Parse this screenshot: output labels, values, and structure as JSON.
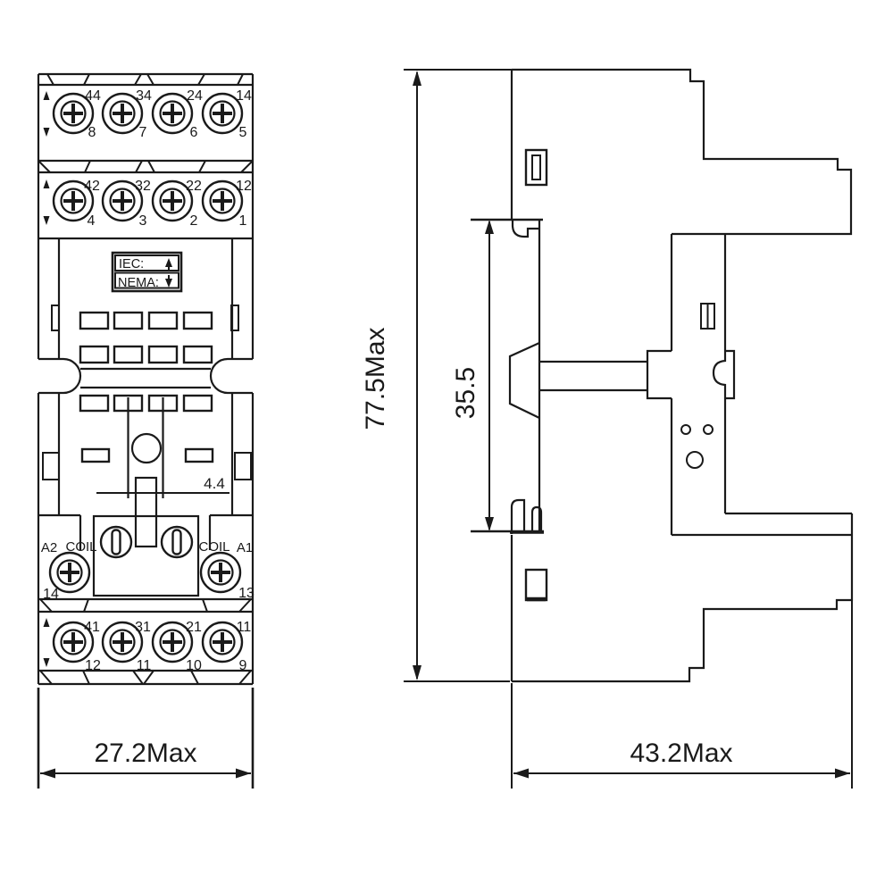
{
  "drawing": {
    "front": {
      "row_top": {
        "contacts": [
          "44",
          "34",
          "24",
          "14"
        ],
        "pins": [
          "8",
          "7",
          "6",
          "5"
        ]
      },
      "row_mid": {
        "contacts": [
          "42",
          "32",
          "22",
          "12"
        ],
        "pins": [
          "4",
          "3",
          "2",
          "1"
        ]
      },
      "row_bottom": {
        "contacts": [
          "41",
          "31",
          "21",
          "11"
        ],
        "pins": [
          "12",
          "11",
          "10",
          "9"
        ]
      },
      "standards": {
        "iec": "IEC:",
        "nema": "NEMA:"
      },
      "coil": {
        "a2": "A2",
        "coil_left": "COIL",
        "coil_right": "COIL",
        "a1": "A1",
        "pin_left": "14",
        "pin_right": "13"
      },
      "dims": {
        "slot": "4.4",
        "width": "27.2Max"
      }
    },
    "side": {
      "dims": {
        "height": "77.5Max",
        "din_rail": "35.5",
        "width": "43.2Max"
      }
    },
    "colors": {
      "line": "#1a1a1a",
      "background": "#ffffff"
    }
  }
}
